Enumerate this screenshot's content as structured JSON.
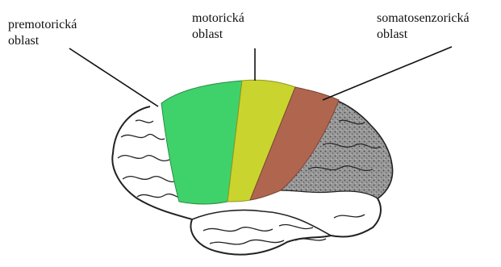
{
  "labels": {
    "premotor": {
      "line1": "premotorická",
      "line2": "oblast"
    },
    "motor": {
      "line1": "motorická",
      "line2": "oblast"
    },
    "somatosensory": {
      "line1": "somatosenzorická",
      "line2": "oblast"
    }
  },
  "regions": {
    "premotor": {
      "color": "#3fd26a"
    },
    "motor": {
      "color": "#c9d42e"
    },
    "somatosensory": {
      "color": "#b0664e"
    },
    "parietal_shading": {
      "color": "#6f6f6f"
    }
  }
}
